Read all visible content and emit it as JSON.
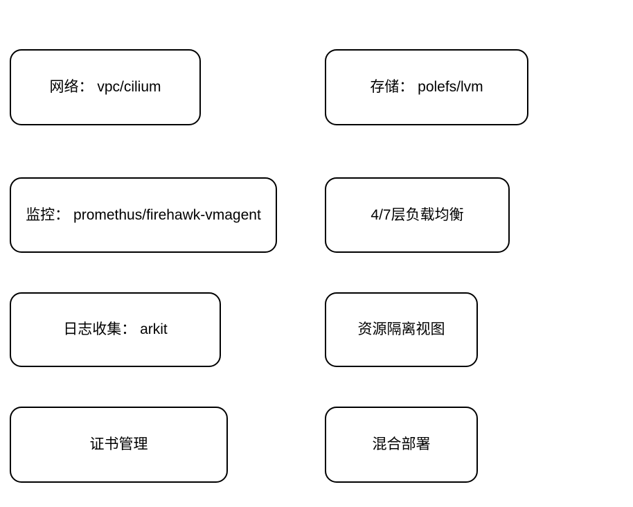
{
  "canvas": {
    "background_color": "#ffffff",
    "node_border_color": "#000000",
    "node_fill_color": "#ffffff",
    "node_text_color": "#000000"
  },
  "nodes": [
    {
      "id": "network",
      "label": "网络： vpc/cilium"
    },
    {
      "id": "storage",
      "label": "存储： polefs/lvm"
    },
    {
      "id": "monitoring",
      "label": "监控： promethus/firehawk-vmagent"
    },
    {
      "id": "load-balancer",
      "label": "4/7层负载均衡"
    },
    {
      "id": "log-collection",
      "label": "日志收集： arkit"
    },
    {
      "id": "resource-isolation-view",
      "label": "资源隔离视图"
    },
    {
      "id": "certificate-management",
      "label": "证书管理"
    },
    {
      "id": "hybrid-deployment",
      "label": "混合部署"
    }
  ]
}
